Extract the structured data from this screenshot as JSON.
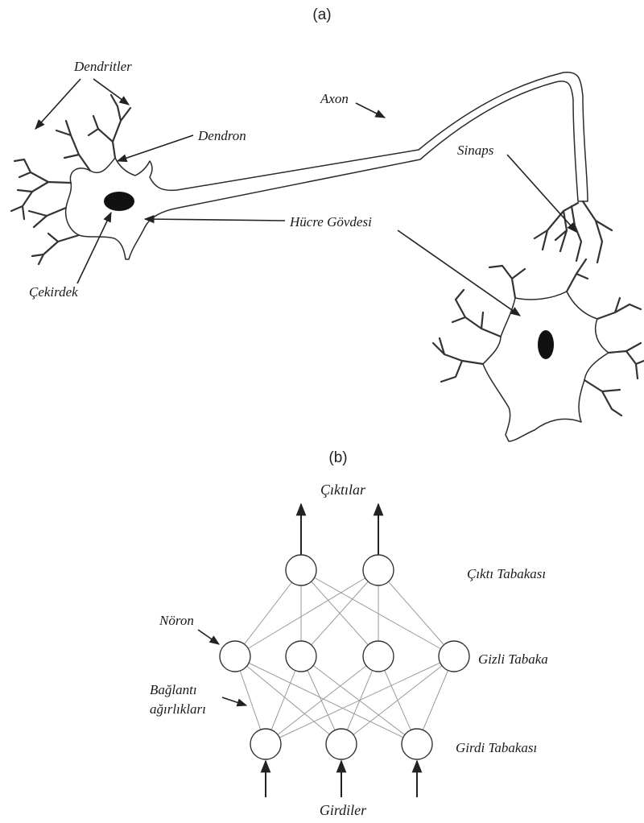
{
  "panel_a": {
    "label": "(a)",
    "dendritler": "Dendritler",
    "dendron": "Dendron",
    "axon": "Axon",
    "sinaps": "Sinaps",
    "hucre_govdesi": "Hücre Gövdesi",
    "cekirdek": "Çekirdek"
  },
  "panel_b": {
    "label": "(b)",
    "ciktilar": "Çıktılar",
    "cikti_tabakasi": "Çıktı Tabakası",
    "noron": "Nöron",
    "gizli_tabaka": "Gizli Tabaka",
    "baglanti_line1": "Bağlantı",
    "baglanti_line2": "ağırlıkları",
    "girdi_tabakasi": "Girdi Tabakası",
    "girdiler": "Girdiler",
    "layers": {
      "input": 3,
      "hidden": 4,
      "output": 2
    }
  }
}
